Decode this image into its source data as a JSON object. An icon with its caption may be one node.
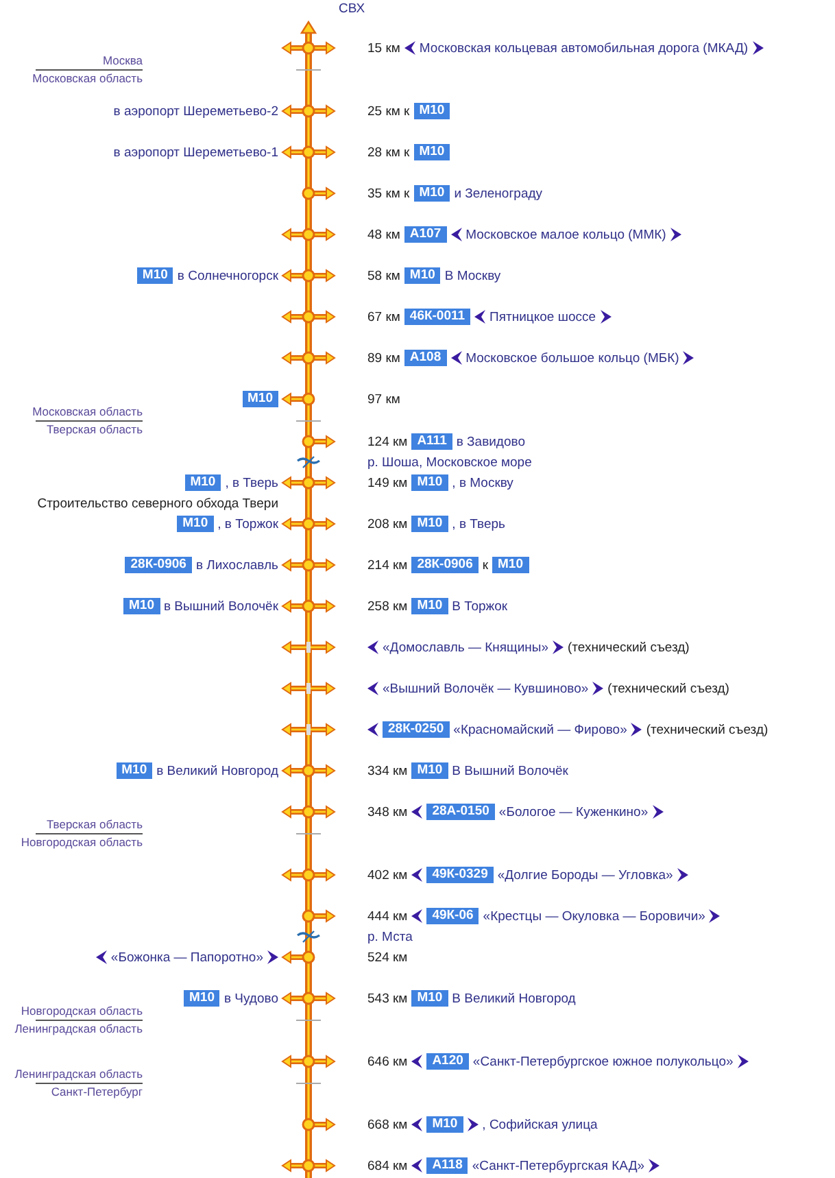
{
  "diagram": {
    "nodes": [
      {
        "text": [
          "М10"
        ]
      },
      {
        "text": [
          "М10"
        ]
      },
      {
        "text": [
          "М10"
        ]
      },
      {
        "text": [
          "А107"
        ]
      },
      {
        "text": [
          "М10"
        ]
      },
      {
        "text": [
          "М10"
        ]
      },
      {
        "text": [
          "46К-0011"
        ]
      },
      {
        "text": [
          "А108"
        ]
      },
      {
        "text": [
          "М10"
        ]
      },
      {
        "text": [
          "А111"
        ]
      },
      {
        "text": [
          "М10"
        ]
      },
      {
        "text": [
          "М10"
        ]
      },
      {
        "text": [
          "М10"
        ]
      },
      {
        "text": [
          "М10"
        ]
      },
      {
        "text": [
          "28К-0906"
        ]
      },
      {
        "text": [
          "28К-0906"
        ]
      },
      {
        "text": [
          "М10"
        ]
      },
      {
        "text": [
          "М10"
        ]
      },
      {
        "text": [
          "М10"
        ]
      },
      {
        "text": [
          "28К-0250"
        ]
      },
      {
        "text": [
          "М10"
        ]
      },
      {
        "text": [
          "М10"
        ]
      },
      {
        "text": [
          "28А-0150"
        ]
      },
      {
        "text": [
          "49К-0329"
        ]
      },
      {
        "text": [
          "49К-06"
        ]
      },
      {
        "text": [
          "М10"
        ]
      },
      {
        "text": [
          "М10"
        ]
      },
      {
        "text": [
          "А120"
        ]
      },
      {
        "text": [
          "М10"
        ]
      },
      {
        "text": [
          "А118"
        ]
      }
    ],
    "labels": [
      "СВХ",
      "15 км",
      "Московская кольцевая автомобильная дорога (МКАД)",
      "Москва",
      "Московская область",
      "в аэропорт Шереметьево-2",
      "25 км к",
      "в аэропорт Шереметьево-1",
      "28 км к",
      "35 км к",
      "и Зеленограду",
      "48 км",
      "Московское малое кольцо (ММК)",
      "в Солнечногорск",
      "58 км",
      "В Москву",
      "67 км",
      "Пятницкое шоссе",
      "89 км",
      "Московское большое кольцо (МБК)",
      "97 км",
      "Московская область",
      "Тверская область",
      "124 км",
      "в Завидово",
      "р. Шоша, Московское море",
      ", в Тверь",
      "149 км",
      ", в Москву",
      "Строительство северного обхода Твери",
      ", в Торжок",
      "208 км",
      ", в Тверь",
      "в Лихославль",
      "214 км",
      "к",
      "в Вышний Волочёк",
      "258 км",
      "В Торжок",
      "«Домославль — Княщины»",
      "(технический съезд)",
      "«Вышний Волочёк — Кувшиново»",
      "(технический съезд)",
      "«Красномайский — Фирово»",
      "(технический съезд)",
      "в Великий Новгород",
      "334 км",
      "В Вышний Волочёк",
      "348 км",
      "«Бологое — Куженкино»",
      "Тверская область",
      "Новгородская область",
      "402 км",
      "«Долгие Бороды — Угловка»",
      "444 км",
      "«Крестцы — Окуловка — Боровичи»",
      "р. Мста",
      "«Божонка — Папоротно»",
      "524 км",
      "в Чудово",
      "543 км",
      "В Великий Новгород",
      "Новгородская область",
      "Ленинградская область",
      "646 км",
      "«Санкт-Петербургское южное полукольцо»",
      "Ленинградская область",
      "Санкт-Петербург",
      "668 км",
      ", Софийская улица",
      "684 км",
      "«Санкт-Петербургская КАД»"
    ]
  }
}
